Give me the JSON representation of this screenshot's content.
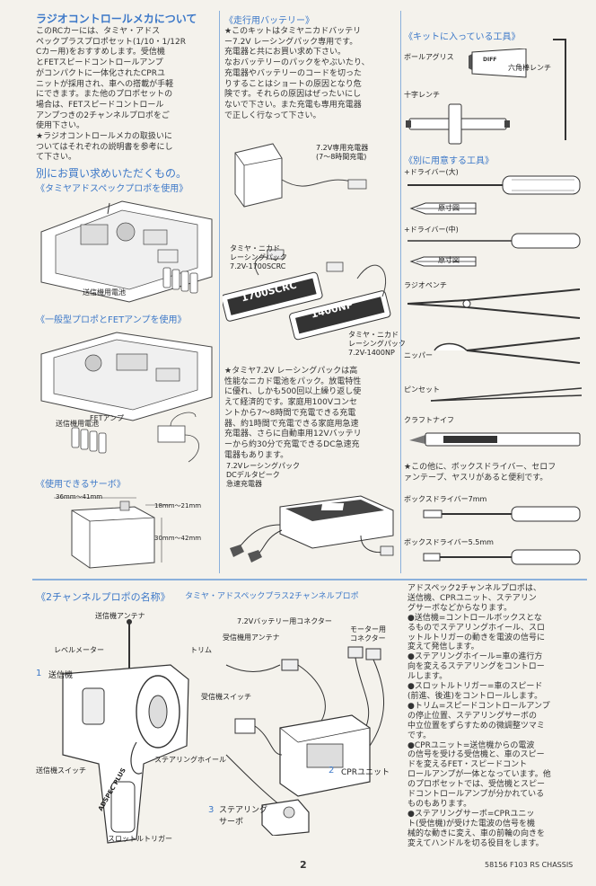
{
  "radio": {
    "title": "ラジオコントロールメカについて",
    "body": [
      "このRCカーには、タミヤ・アドス",
      "ペックプラスプロポセット(1/10・1/12R",
      "Cカー用)をおすすめします。受信機",
      "とFETスピードコントロールアンプ",
      "がコンパクトに一体化されたCPRユ",
      "ニットが採用され、車への搭載が手軽",
      "にできます。また他のプロポセットの",
      "場合は、FETスピードコントロール",
      "アンプつきの2チャンネルプロポをご",
      "使用下さい。",
      "★ラジオコントロールメカの取扱いに",
      "ついてはそれぞれの説明書を参考にし",
      "て下さい。"
    ],
    "buy_title": "別にお買い求めいただくもの。",
    "sub1": "《タミヤアドスペックプロポを使用》",
    "battery_label1": "送信機用電池",
    "sub2": "《一般型プロポとFETアンプを使用》",
    "battery_label2": "送信機用電池",
    "fet_label": "FETアンプ",
    "servo_title": "《使用できるサーボ》",
    "servo_w": "36mm～41mm",
    "servo_d": "18mm～21mm",
    "servo_h": "30mm～42mm"
  },
  "battery": {
    "title": "《走行用バッテリー》",
    "body": [
      "★このキットはタミヤニカドバッテリ",
      "ー7.2V レーシングパック専用です。",
      "充電器と共にお買い求め下さい。",
      "なおバッテリーのパックをやぶいたり、",
      "充電器やバッテリーのコードを切った",
      "りすることはショートの原因となり危",
      "険です。それらの原因はぜったいにし",
      "ないで下さい。また充電も専用充電器",
      "で正しく行なって下さい。"
    ],
    "charger_label": [
      "7.2V専用充電器",
      "(7～8時間充電)"
    ],
    "pack1_label": [
      "タミヤ・ニカド",
      "レーシングパック",
      "7.2V-1700SCRC"
    ],
    "pack2_label": [
      "タミヤ・ニカド",
      "レーシングパック",
      "7.2V-1400NP"
    ],
    "pack1_print": "1700SCRC",
    "pack2_print": "1400NP",
    "note": [
      "★タミヤ7.2V レーシングパックは高",
      "性能なニカド電池をパック。放電特性",
      "に優れ、しかも500回以上繰り返し使",
      "えて経済的です。家庭用100Vコンセ",
      "ントから7～8時間で充電できる充電",
      "器、約1時間で充電できる家庭用急速",
      "充電器、さらに自動車用12Vバッテリ",
      "ーから約30分で充電できるDC急速充",
      "電器もあります。"
    ],
    "dc_label": [
      "7.2Vレーシングパック",
      "DCデルタピーク",
      "急速充電器"
    ]
  },
  "tools": {
    "kit_title": "《キットに入っている工具》",
    "grease": "ボールアグリス",
    "hex": "六角棒レンチ",
    "cross": "十字レンチ",
    "extra_title": "《別に用意する工具》",
    "driver_l": "+ドライバー(大)",
    "driver_m": "+ドライバー(中)",
    "actual": "原寸図",
    "pliers": "ラジオペンチ",
    "nipper": "ニッパー",
    "tweezers": "ピンセット",
    "knife": "クラフトナイフ",
    "note": [
      "★この他に、ボックスドライバー、セロフ",
      "ァンテープ、ヤスリがあると便利です。"
    ],
    "box7": "ボックスドライバー7mm",
    "box55": "ボックスドライバー5.5mm"
  },
  "propo": {
    "title": "《2チャンネルプロポの名称》",
    "subtitle": "タミヤ・アドスペックプラス2チャンネルプロポ",
    "tx_antenna": "送信機アンテナ",
    "level": "レベルメーター",
    "trim": "トリム",
    "tx_num": "1",
    "tx": "送信機",
    "tx_switch": "送信機スイッチ",
    "wheel": "ステアリングホイール",
    "throttle": "スロットルトリガー",
    "connector": "7.2Vバッテリー用コネクター",
    "rx_antenna": "受信機用アンテナ",
    "motor": [
      "モーター用",
      "コネクター"
    ],
    "rx_switch": "受信機スイッチ",
    "cpr_num": "2",
    "cpr": "CPRユニット",
    "servo_num": "3",
    "servo": [
      "ステアリング",
      "サーボ"
    ],
    "brand": "ADSPEC PLUS",
    "body": [
      "アドスペック2チャンネルプロポは、",
      "送信機、CPRユニット、ステアリン",
      "グサーボなどからなります。",
      "●送信機=コントロールボックスとな",
      "るものでステアリングホイール、スロ",
      "ットルトリガーの動きを電波の信号に",
      "変えて発信します。",
      "●ステアリングホイール=車の進行方",
      "向を変えるステアリングをコントロー",
      "ルします。",
      "●スロットルトリガー=車のスピード",
      "(前進、後進)をコントロールします。",
      "●トリム=スピードコントロールアンプ",
      "の停止位置、ステアリングサーボの",
      "中立位置をずらすための微調整ツマミ",
      "です。",
      "●CPRユニット=送信機からの電波",
      "の信号を受ける受信機と、車のスピー",
      "ドを変えるFET・スピードコント",
      "ロールアンプが一体となっています。他",
      "のプロポセットでは、受信機とスピー",
      "ドコントロールアンプが分かれている",
      "ものもあります。",
      "●ステアリングサーボ=CPRユニッ",
      "ト(受信機)が受けた電波の信号を機",
      "械的な動きに変え、車の前輪の向きを",
      "変えてハンドルを切る役目をします。"
    ]
  },
  "footer": {
    "page": "2",
    "code": "58156 F103 RS CHASSIS"
  }
}
